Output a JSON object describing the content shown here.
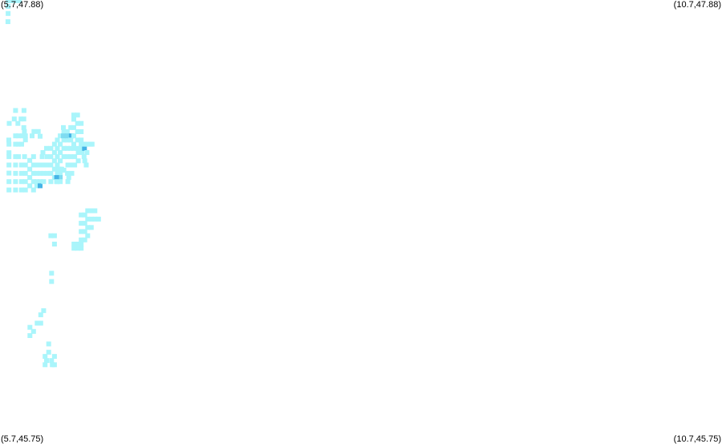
{
  "map": {
    "corner_labels": {
      "top_left": "(5.7,47.88)",
      "top_right": "(10.7,47.88)",
      "bottom_left": "(5.7,45.75)",
      "bottom_right": "(10.7,45.75)"
    },
    "bounds": {
      "lon_min": 5.7,
      "lon_max": 10.7,
      "lat_min": 45.75,
      "lat_max": 47.88
    },
    "colors": {
      "light": "#aaf5fb",
      "mid": "#7fdcf1",
      "dark": "#45b4e6"
    }
  },
  "chart_data": {
    "type": "scatter",
    "x_label": "",
    "y_label": "",
    "xlim": [
      5.7,
      10.7
    ],
    "ylim": [
      45.75,
      47.88
    ],
    "points": [
      [
        5.756,
        47.877,
        "l"
      ],
      [
        5.762,
        47.877,
        "l"
      ],
      [
        5.774,
        47.877,
        "l"
      ],
      [
        5.796,
        47.877,
        "l"
      ],
      [
        5.815,
        47.877,
        "l"
      ],
      [
        5.834,
        47.877,
        "l"
      ],
      [
        5.756,
        47.815,
        "l"
      ],
      [
        5.755,
        47.776,
        "l"
      ],
      [
        5.756,
        47.849,
        "l"
      ],
      [
        5.808,
        47.349,
        "l"
      ],
      [
        5.866,
        47.349,
        "l"
      ],
      [
        5.799,
        47.308,
        "l"
      ],
      [
        5.846,
        47.308,
        "l"
      ],
      [
        5.865,
        47.308,
        "l"
      ],
      [
        5.764,
        47.287,
        "l"
      ],
      [
        5.824,
        47.287,
        "l"
      ],
      [
        5.865,
        47.267,
        "l"
      ],
      [
        5.869,
        47.248,
        "l"
      ],
      [
        5.935,
        47.248,
        "l"
      ],
      [
        5.965,
        47.248,
        "l"
      ],
      [
        5.978,
        47.225,
        "l"
      ],
      [
        5.922,
        47.227,
        "l"
      ],
      [
        5.761,
        47.207,
        "l"
      ],
      [
        5.762,
        47.187,
        "l"
      ],
      [
        5.762,
        47.146,
        "l"
      ],
      [
        5.762,
        47.127,
        "l"
      ],
      [
        5.762,
        47.087,
        "l"
      ],
      [
        5.762,
        47.048,
        "l"
      ],
      [
        5.762,
        47.007,
        "l"
      ],
      [
        5.762,
        46.967,
        "l"
      ],
      [
        5.808,
        47.227,
        "l"
      ],
      [
        5.808,
        47.187,
        "l"
      ],
      [
        5.808,
        47.127,
        "l"
      ],
      [
        5.808,
        47.087,
        "l"
      ],
      [
        5.808,
        47.047,
        "l"
      ],
      [
        5.808,
        47.007,
        "l"
      ],
      [
        5.808,
        46.967,
        "l"
      ],
      [
        5.828,
        47.227,
        "l"
      ],
      [
        5.828,
        47.187,
        "l"
      ],
      [
        5.828,
        47.127,
        "l"
      ],
      [
        5.855,
        47.227,
        "l"
      ],
      [
        5.85,
        47.187,
        "l"
      ],
      [
        5.876,
        47.227,
        "l"
      ],
      [
        5.876,
        47.208,
        "l"
      ],
      [
        5.87,
        47.127,
        "l"
      ],
      [
        5.876,
        47.087,
        "l"
      ],
      [
        5.876,
        47.047,
        "l"
      ],
      [
        5.876,
        47.007,
        "l"
      ],
      [
        5.876,
        46.967,
        "l"
      ],
      [
        5.849,
        47.087,
        "l"
      ],
      [
        5.849,
        47.047,
        "l"
      ],
      [
        5.849,
        47.007,
        "l"
      ],
      [
        5.849,
        46.967,
        "l"
      ],
      [
        5.906,
        47.109,
        "l"
      ],
      [
        5.906,
        47.067,
        "l"
      ],
      [
        5.906,
        47.027,
        "l"
      ],
      [
        5.906,
        46.987,
        "l"
      ],
      [
        5.932,
        47.127,
        "l"
      ],
      [
        5.932,
        47.087,
        "l"
      ],
      [
        5.932,
        47.047,
        "l"
      ],
      [
        5.932,
        47.007,
        "l"
      ],
      [
        5.932,
        46.967,
        "l"
      ],
      [
        5.955,
        47.087,
        "l"
      ],
      [
        5.955,
        47.047,
        "l"
      ],
      [
        5.955,
        47.007,
        "l"
      ],
      [
        5.955,
        46.987,
        "l"
      ],
      [
        5.979,
        47.087,
        "l"
      ],
      [
        5.979,
        47.047,
        "l"
      ],
      [
        5.979,
        47.007,
        "l"
      ],
      [
        5.978,
        46.987,
        "d"
      ],
      [
        6.002,
        47.087,
        "l"
      ],
      [
        6.002,
        47.047,
        "l"
      ],
      [
        6.002,
        47.007,
        "l"
      ],
      [
        5.997,
        47.147,
        "l"
      ],
      [
        5.992,
        47.127,
        "l"
      ],
      [
        6.022,
        47.167,
        "l"
      ],
      [
        6.027,
        47.127,
        "l"
      ],
      [
        6.027,
        47.087,
        "l"
      ],
      [
        6.027,
        47.047,
        "l"
      ],
      [
        6.052,
        47.167,
        "l"
      ],
      [
        6.052,
        47.127,
        "l"
      ],
      [
        6.052,
        47.087,
        "l"
      ],
      [
        6.052,
        47.047,
        "l"
      ],
      [
        6.077,
        47.187,
        "l"
      ],
      [
        6.077,
        47.147,
        "l"
      ],
      [
        6.077,
        47.107,
        "l"
      ],
      [
        6.077,
        47.067,
        "l"
      ],
      [
        6.077,
        47.027,
        "l"
      ],
      [
        6.097,
        47.207,
        "l"
      ],
      [
        6.097,
        47.167,
        "l"
      ],
      [
        6.097,
        47.127,
        "l"
      ],
      [
        6.097,
        47.087,
        "l"
      ],
      [
        6.097,
        47.047,
        "l"
      ],
      [
        6.097,
        47.007,
        "l"
      ],
      [
        6.052,
        47.007,
        "l"
      ],
      [
        6.117,
        47.227,
        "l"
      ],
      [
        6.117,
        47.187,
        "l"
      ],
      [
        6.117,
        47.147,
        "l"
      ],
      [
        6.117,
        47.107,
        "l"
      ],
      [
        6.117,
        47.067,
        "l"
      ],
      [
        6.117,
        47.047,
        "l"
      ],
      [
        6.117,
        47.027,
        "m"
      ],
      [
        6.117,
        47.007,
        "l"
      ],
      [
        6.092,
        47.027,
        "d"
      ],
      [
        6.092,
        47.007,
        "l"
      ],
      [
        6.142,
        47.247,
        "l"
      ],
      [
        6.142,
        47.207,
        "l"
      ],
      [
        6.142,
        47.167,
        "l"
      ],
      [
        6.142,
        47.127,
        "l"
      ],
      [
        6.166,
        47.247,
        "l"
      ],
      [
        6.166,
        47.207,
        "l"
      ],
      [
        6.166,
        47.167,
        "l"
      ],
      [
        6.166,
        47.127,
        "l"
      ],
      [
        6.139,
        47.267,
        "l"
      ],
      [
        6.139,
        47.227,
        "m"
      ],
      [
        6.166,
        47.227,
        "m"
      ],
      [
        6.194,
        47.227,
        "d"
      ],
      [
        6.19,
        47.267,
        "l"
      ],
      [
        6.19,
        47.207,
        "l"
      ],
      [
        6.19,
        47.167,
        "l"
      ],
      [
        6.19,
        47.127,
        "l"
      ],
      [
        6.211,
        47.307,
        "l"
      ],
      [
        6.211,
        47.267,
        "l"
      ],
      [
        6.211,
        47.227,
        "l"
      ],
      [
        6.211,
        47.187,
        "l"
      ],
      [
        6.211,
        47.167,
        "l"
      ],
      [
        6.237,
        47.287,
        "l"
      ],
      [
        6.237,
        47.247,
        "l"
      ],
      [
        6.237,
        47.207,
        "l"
      ],
      [
        6.237,
        47.167,
        "l"
      ],
      [
        6.262,
        47.287,
        "l"
      ],
      [
        6.262,
        47.247,
        "l"
      ],
      [
        6.262,
        47.207,
        "l"
      ],
      [
        6.262,
        47.187,
        "l"
      ],
      [
        6.211,
        47.327,
        "l"
      ],
      [
        6.237,
        47.327,
        "l"
      ],
      [
        6.107,
        47.067,
        "l"
      ],
      [
        6.127,
        47.067,
        "l"
      ],
      [
        6.142,
        47.062,
        "l"
      ],
      [
        6.167,
        47.047,
        "l"
      ],
      [
        6.17,
        47.087,
        "l"
      ],
      [
        6.176,
        47.027,
        "l"
      ],
      [
        6.17,
        47.007,
        "l"
      ],
      [
        6.197,
        47.047,
        "l"
      ],
      [
        6.197,
        47.087,
        "l"
      ],
      [
        6.217,
        47.127,
        "l"
      ],
      [
        6.217,
        47.087,
        "l"
      ],
      [
        6.242,
        47.147,
        "l"
      ],
      [
        6.242,
        47.107,
        "l"
      ],
      [
        6.267,
        47.167,
        "l"
      ],
      [
        6.267,
        47.147,
        "l"
      ],
      [
        6.285,
        47.167,
        "d"
      ],
      [
        6.282,
        47.187,
        "l"
      ],
      [
        6.282,
        47.127,
        "l"
      ],
      [
        6.302,
        47.187,
        "l"
      ],
      [
        6.302,
        47.147,
        "l"
      ],
      [
        6.327,
        47.187,
        "l"
      ],
      [
        6.338,
        47.187,
        "l"
      ],
      [
        6.297,
        47.087,
        "l"
      ],
      [
        6.287,
        47.107,
        "l"
      ],
      [
        6.262,
        46.847,
        "l"
      ],
      [
        6.262,
        46.807,
        "l"
      ],
      [
        6.262,
        46.767,
        "l"
      ],
      [
        6.262,
        46.727,
        "l"
      ],
      [
        6.287,
        46.847,
        "l"
      ],
      [
        6.287,
        46.807,
        "l"
      ],
      [
        6.287,
        46.767,
        "l"
      ],
      [
        6.287,
        46.727,
        "l"
      ],
      [
        6.307,
        46.867,
        "l"
      ],
      [
        6.307,
        46.827,
        "l"
      ],
      [
        6.307,
        46.787,
        "l"
      ],
      [
        6.307,
        46.747,
        "l"
      ],
      [
        6.332,
        46.867,
        "l"
      ],
      [
        6.332,
        46.827,
        "l"
      ],
      [
        6.332,
        46.787,
        "l"
      ],
      [
        6.357,
        46.867,
        "l"
      ],
      [
        6.357,
        46.827,
        "l"
      ],
      [
        6.382,
        46.827,
        "l"
      ],
      [
        6.237,
        46.707,
        "l"
      ],
      [
        6.262,
        46.707,
        "l"
      ],
      [
        6.262,
        46.687,
        "l"
      ],
      [
        6.237,
        46.687,
        "l"
      ],
      [
        6.212,
        46.707,
        "l"
      ],
      [
        6.212,
        46.687,
        "l"
      ],
      [
        6.052,
        46.747,
        "l"
      ],
      [
        6.077,
        46.747,
        "l"
      ],
      [
        6.077,
        46.707,
        "l"
      ],
      [
        6.057,
        46.567,
        "l"
      ],
      [
        6.057,
        46.527,
        "l"
      ],
      [
        5.982,
        46.367,
        "l"
      ],
      [
        5.982,
        46.327,
        "l"
      ],
      [
        5.957,
        46.327,
        "l"
      ],
      [
        5.907,
        46.307,
        "l"
      ],
      [
        5.907,
        46.267,
        "l"
      ],
      [
        5.932,
        46.287,
        "l"
      ],
      [
        6.002,
        46.387,
        "l"
      ],
      [
        6.037,
        46.227,
        "l"
      ],
      [
        6.037,
        46.187,
        "l"
      ],
      [
        6.012,
        46.167,
        "l"
      ],
      [
        6.022,
        46.147,
        "l"
      ],
      [
        6.057,
        46.147,
        "l"
      ],
      [
        6.077,
        46.167,
        "l"
      ],
      [
        6.077,
        46.127,
        "l"
      ],
      [
        6.062,
        46.127,
        "l"
      ],
      [
        6.012,
        46.127,
        "l"
      ]
    ]
  }
}
